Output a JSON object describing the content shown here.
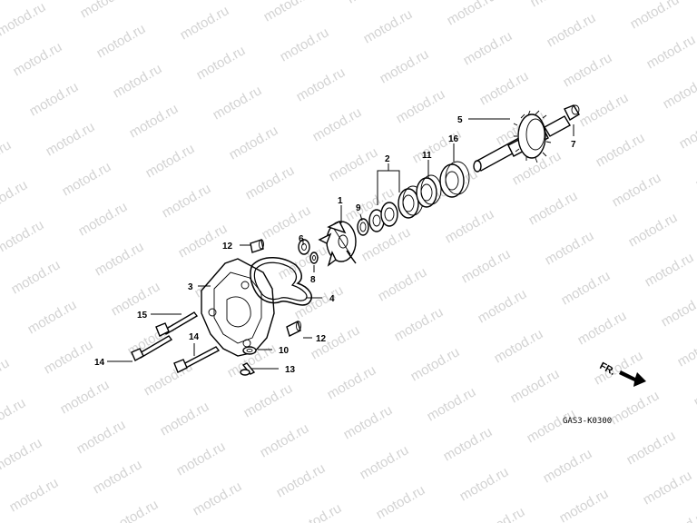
{
  "watermark": "motod.ru",
  "diagram_code": "GAS3-K0300",
  "front_marker": "FR.",
  "callouts": [
    {
      "id": "c1",
      "label": "1"
    },
    {
      "id": "c2",
      "label": "2"
    },
    {
      "id": "c3",
      "label": "3"
    },
    {
      "id": "c4",
      "label": "4"
    },
    {
      "id": "c5",
      "label": "5"
    },
    {
      "id": "c6",
      "label": "6"
    },
    {
      "id": "c7",
      "label": "7"
    },
    {
      "id": "c8",
      "label": "8"
    },
    {
      "id": "c9",
      "label": "9"
    },
    {
      "id": "c10",
      "label": "10"
    },
    {
      "id": "c11",
      "label": "11"
    },
    {
      "id": "c12a",
      "label": "12"
    },
    {
      "id": "c12b",
      "label": "12"
    },
    {
      "id": "c13",
      "label": "13"
    },
    {
      "id": "c14a",
      "label": "14"
    },
    {
      "id": "c14b",
      "label": "14"
    },
    {
      "id": "c15",
      "label": "15"
    },
    {
      "id": "c16",
      "label": "16"
    }
  ]
}
